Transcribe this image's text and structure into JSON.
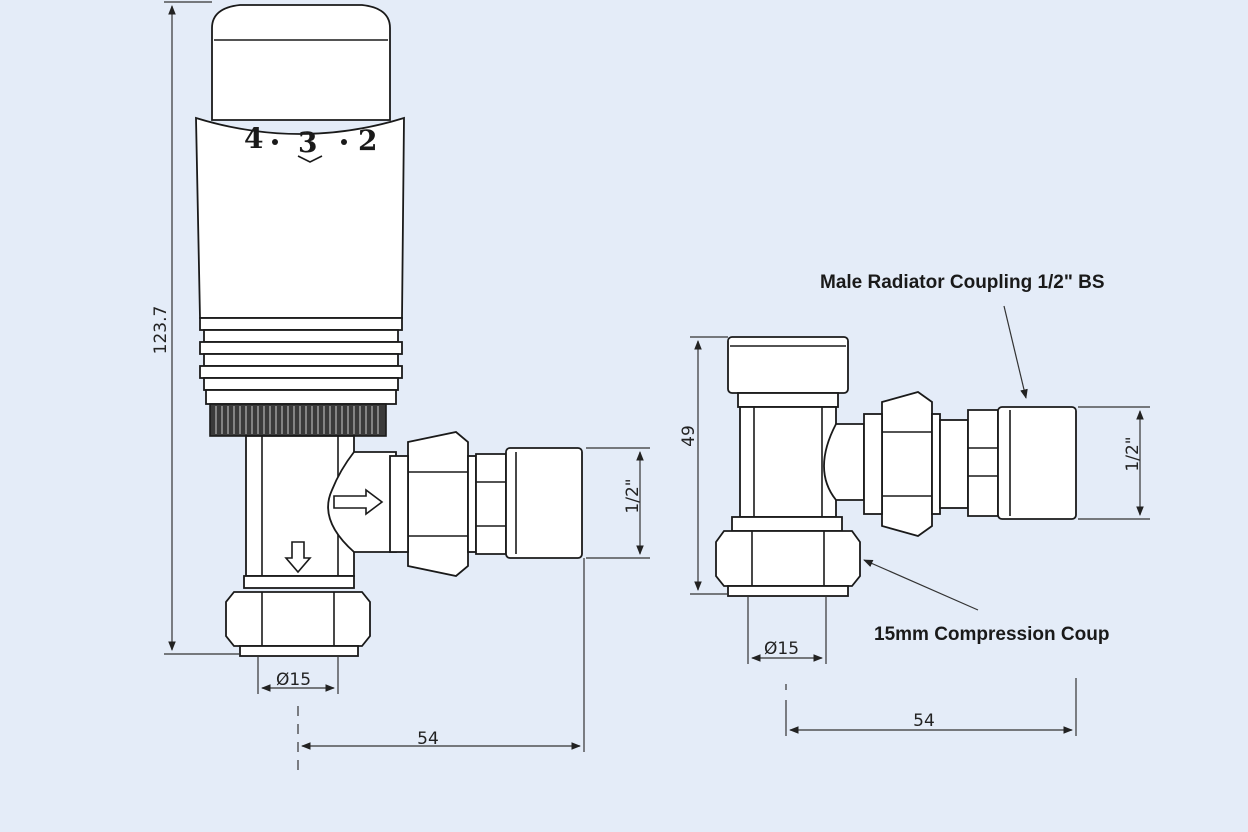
{
  "colors": {
    "background": "#e4ecf8",
    "line": "#1a1a1a",
    "part": "#ffffff"
  },
  "thermostatic_valve": {
    "dial_numbers": [
      "4",
      "3",
      "2"
    ],
    "height_dim": "123.7",
    "pipe_dim": "Ø15",
    "coupling_dim": "1/2\"",
    "offset_dim": "54"
  },
  "lockshield_valve": {
    "height_dim": "49",
    "pipe_dim": "Ø15",
    "coupling_dim": "1/2\"",
    "offset_dim": "54",
    "label_coupling": "Male Radiator Coupling 1/2\" BS",
    "label_compression": "15mm Compression Coup"
  }
}
